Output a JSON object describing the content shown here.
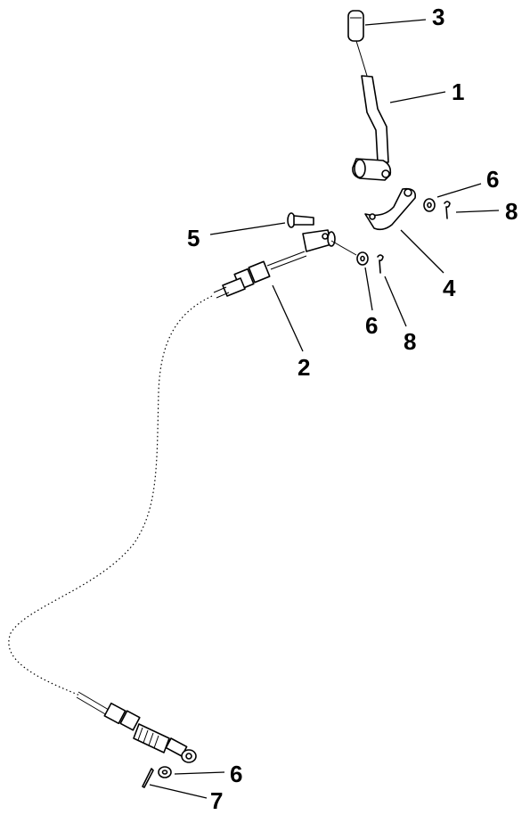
{
  "callouts": {
    "c1": "1",
    "c2": "2",
    "c3": "3",
    "c4": "4",
    "c5": "5",
    "c6_top": "6",
    "c6_mid": "6",
    "c6_bottom": "6",
    "c7": "7",
    "c8_top": "8",
    "c8_mid": "8"
  },
  "colors": {
    "line": "#000000",
    "background": "#ffffff"
  }
}
